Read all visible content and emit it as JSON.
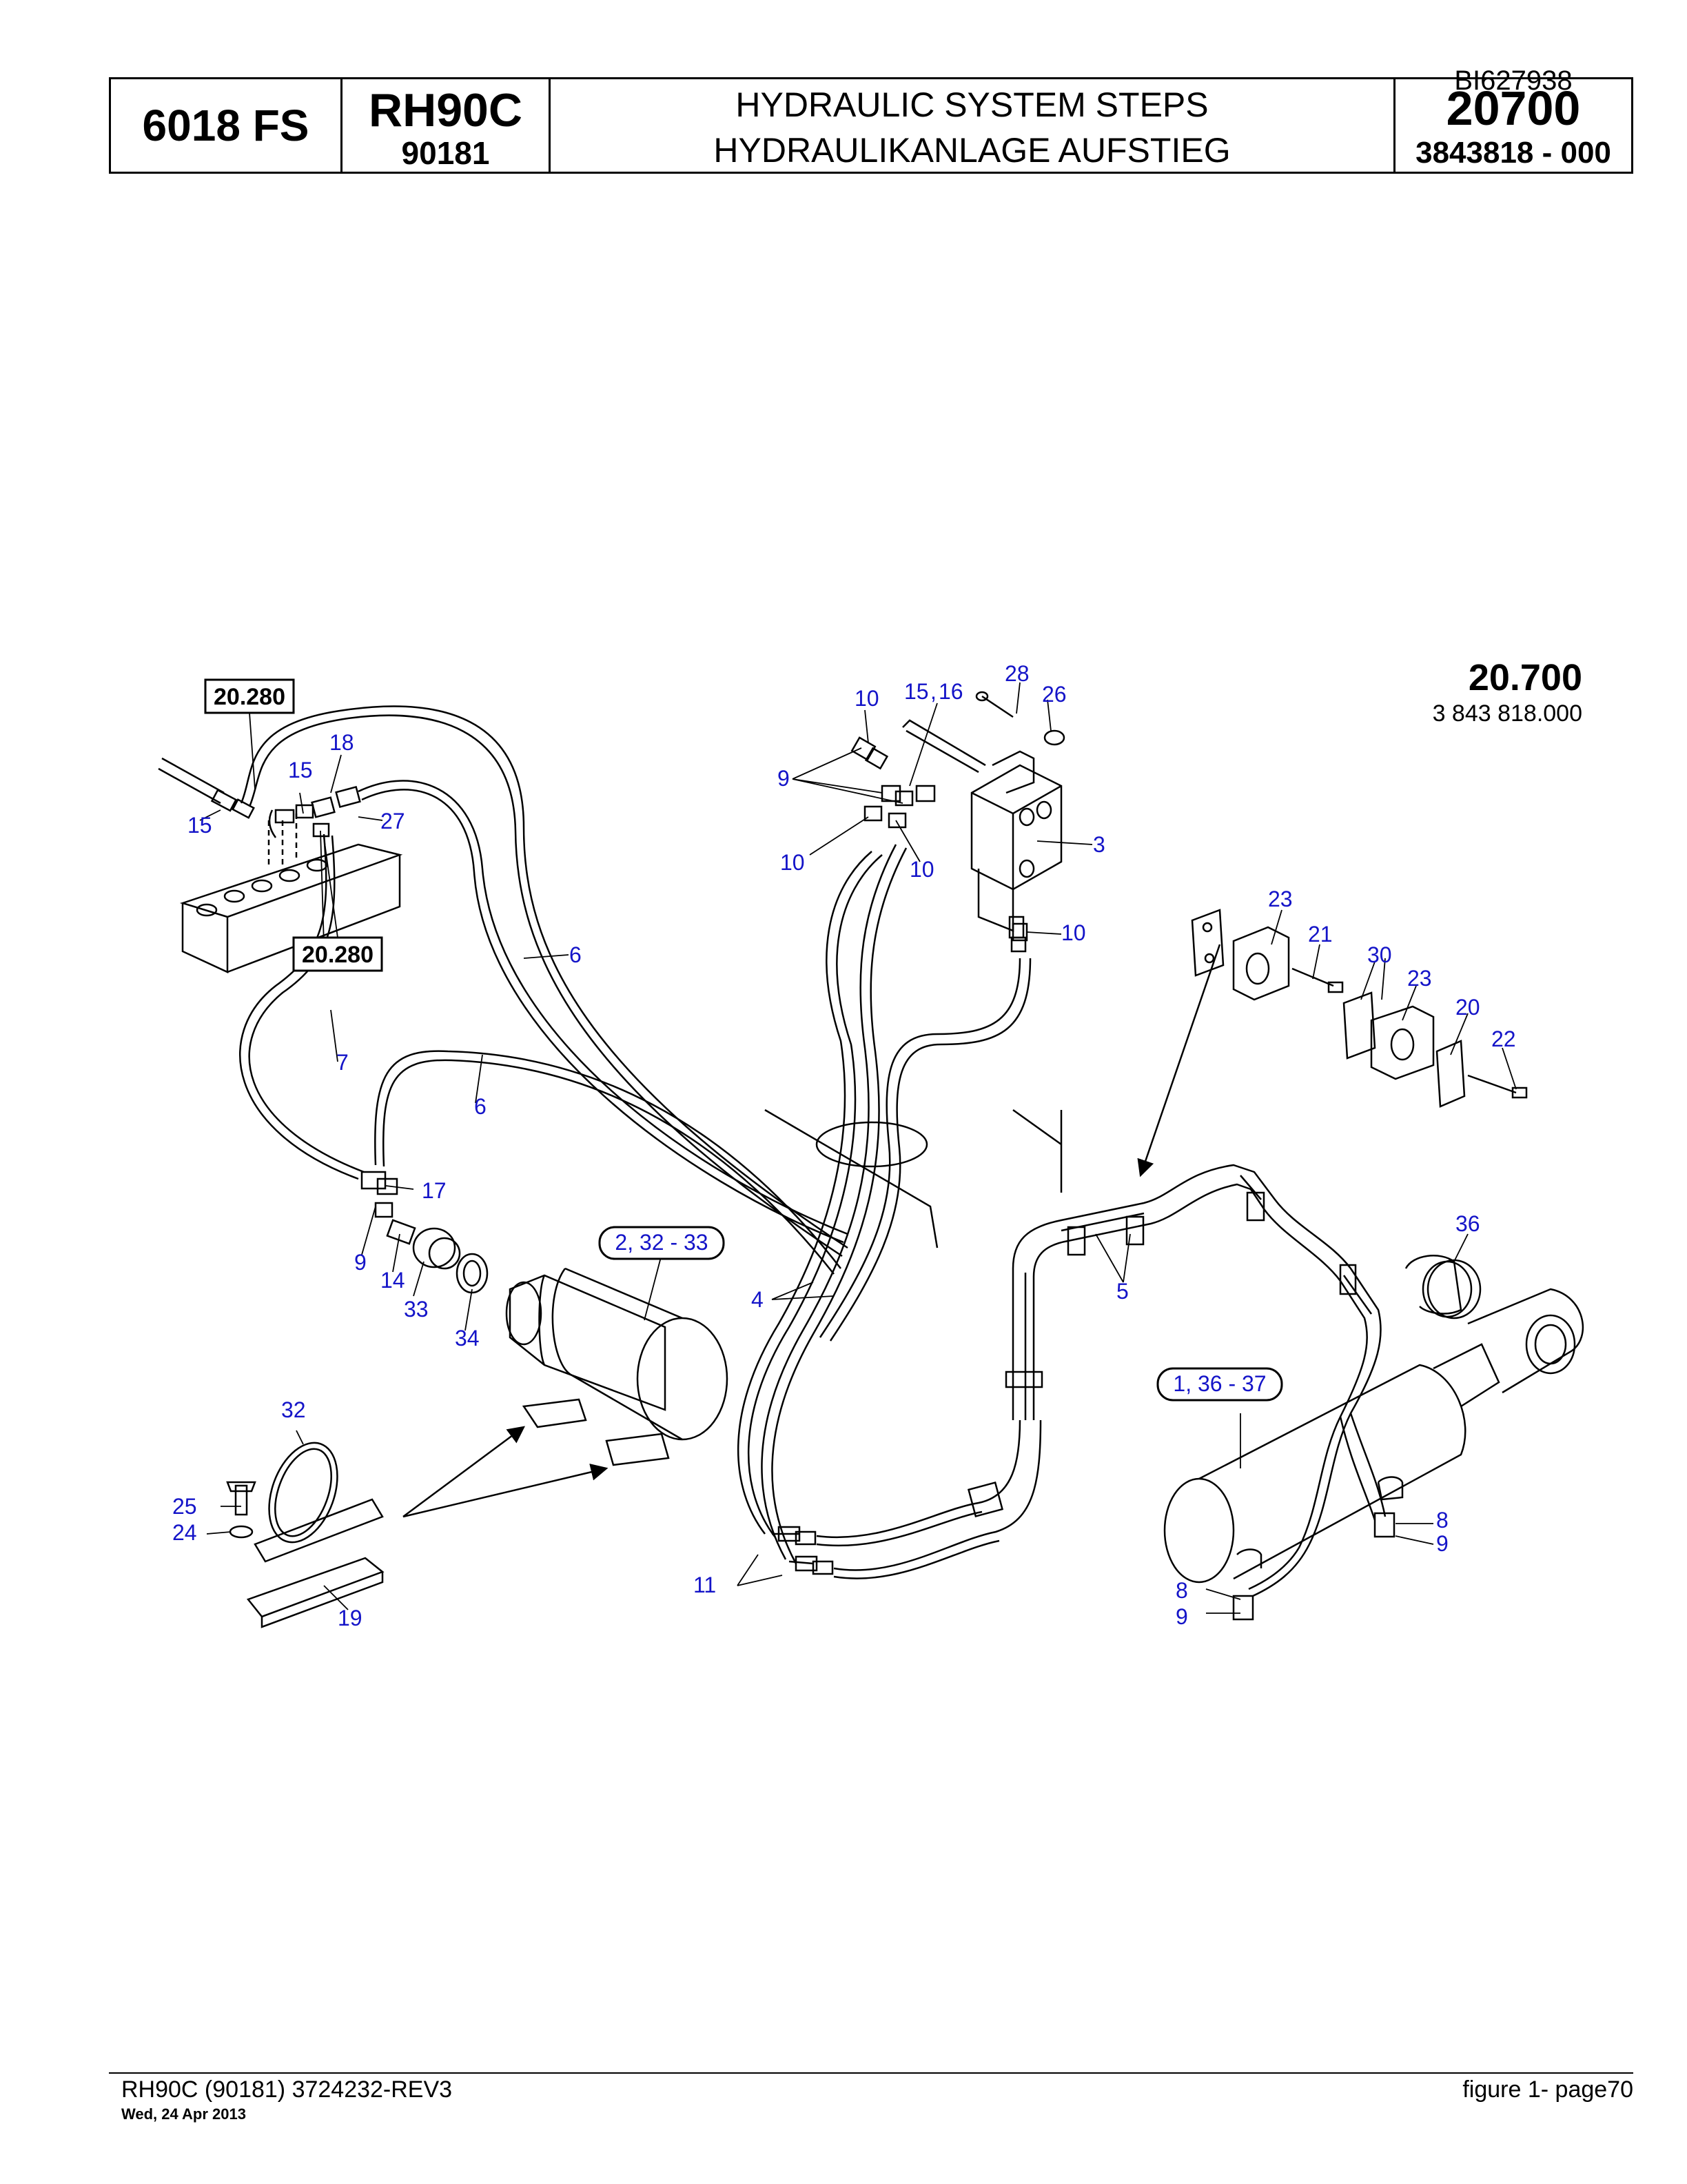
{
  "header": {
    "model_code": "6018 FS",
    "machine": "RH90C",
    "machine_no": "90181",
    "title_en": "HYDRAULIC SYSTEM STEPS",
    "title_de": "HYDRAULIKANLAGE AUFSTIEG",
    "overlay_id": "BI627938",
    "group_no": "20700",
    "part_no": "3843818  - 000"
  },
  "reference": {
    "number": "20.700",
    "part": "3 843 818.000"
  },
  "footer": {
    "doc": "RH90C (90181) 3724232-REV3",
    "date": "Wed, 24 Apr 2013",
    "page": "figure  1- page70"
  },
  "callouts": {
    "ref_boxes": [
      "20.280",
      "20.280"
    ],
    "group_labels": [
      "2, 32 - 33",
      "1, 36 - 37"
    ],
    "parts": [
      "1",
      "2",
      "3",
      "4",
      "5",
      "6",
      "7",
      "8",
      "9",
      "10",
      "11",
      "14",
      "15",
      "16",
      "17",
      "18",
      "19",
      "20",
      "21",
      "22",
      "23",
      "24",
      "25",
      "26",
      "27",
      "28",
      "30",
      "32",
      "33",
      "34",
      "36",
      "37"
    ]
  },
  "colors": {
    "callout": "#1414c8",
    "line": "#000000"
  }
}
